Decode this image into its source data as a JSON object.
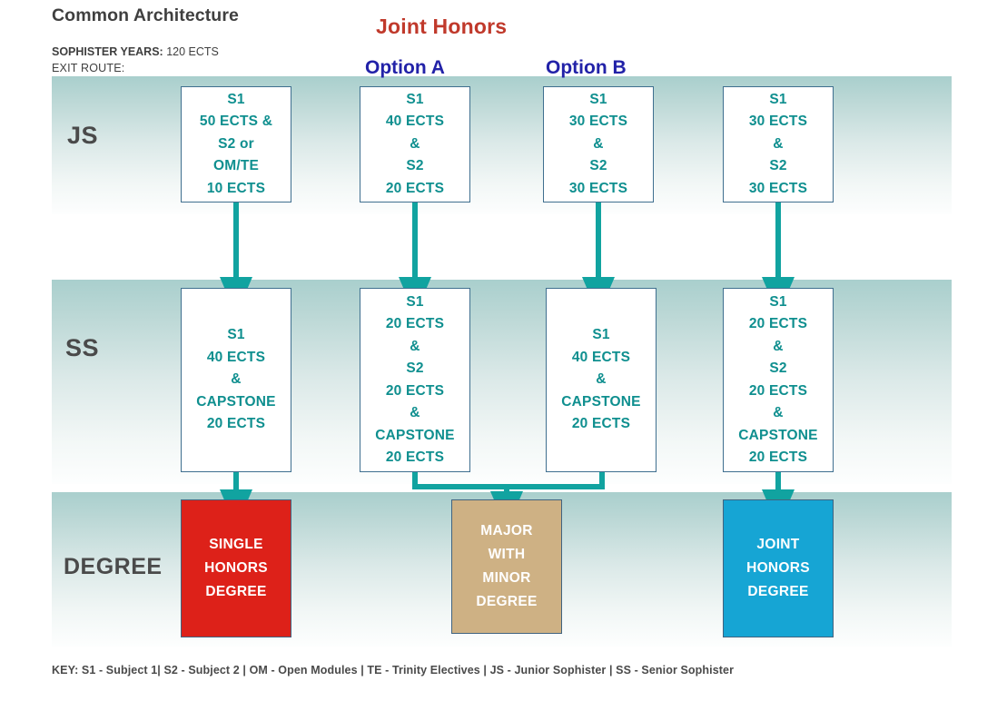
{
  "header": {
    "title": "Common Architecture",
    "sophister_label": "SOPHISTER YEARS:",
    "sophister_value": " 120 ECTS",
    "exit_route": "EXIT ROUTE:",
    "joint_honors": "Joint Honors",
    "option_a": "Option A",
    "option_b": "Option B",
    "joint_honors_color": "#c0392b",
    "option_color": "#2222a8"
  },
  "rows": {
    "js_label": "JS",
    "ss_label": "SS",
    "degree_label": "DEGREE"
  },
  "js_boxes": [
    {
      "name": "js-col1",
      "lines": [
        "S1",
        "50 ECTS &",
        "S2 or",
        "OM/TE",
        "10 ECTS"
      ]
    },
    {
      "name": "js-col2",
      "lines": [
        "S1",
        "40 ECTS",
        "&",
        "S2",
        "20 ECTS"
      ]
    },
    {
      "name": "js-col3",
      "lines": [
        "S1",
        "30 ECTS",
        "&",
        "S2",
        "30 ECTS"
      ]
    },
    {
      "name": "js-col4",
      "lines": [
        "S1",
        "30 ECTS",
        "&",
        "S2",
        "30 ECTS"
      ]
    }
  ],
  "ss_boxes": [
    {
      "name": "ss-col1",
      "lines": [
        "S1",
        "40 ECTS",
        "&",
        "CAPSTONE",
        "20 ECTS"
      ]
    },
    {
      "name": "ss-col2",
      "lines": [
        "S1",
        "20 ECTS",
        "&",
        "S2",
        "20 ECTS",
        "&",
        "CAPSTONE",
        "20 ECTS"
      ]
    },
    {
      "name": "ss-col3",
      "lines": [
        "S1",
        "40 ECTS",
        "&",
        "CAPSTONE",
        "20 ECTS"
      ]
    },
    {
      "name": "ss-col4",
      "lines": [
        "S1",
        "20 ECTS",
        "&",
        "S2",
        "20 ECTS",
        "&",
        "CAPSTONE",
        "20 ECTS"
      ]
    }
  ],
  "degree_boxes": [
    {
      "name": "single-honors",
      "lines": [
        "SINGLE",
        "HONORS",
        "DEGREE"
      ],
      "color": "#dd2119"
    },
    {
      "name": "major-with-minor",
      "lines": [
        "MAJOR",
        "WITH",
        "MINOR",
        "DEGREE"
      ],
      "color": "#ceb184"
    },
    {
      "name": "joint-honors",
      "lines": [
        "JOINT",
        "HONORS",
        "DEGREE"
      ],
      "color": "#16a5d4"
    }
  ],
  "footer": {
    "key": "KEY: S1 - Subject 1| S2 - Subject 2 | OM - Open Modules | TE - Trinity Electives | JS - Junior Sophister | SS - Senior Sophister"
  },
  "colors": {
    "arrow": "#11a3a0",
    "box_border": "#3f6f8f",
    "box_text": "#0f8f8f",
    "band_top": "#a9cfcd",
    "band_bottom": "#fdfefe"
  }
}
